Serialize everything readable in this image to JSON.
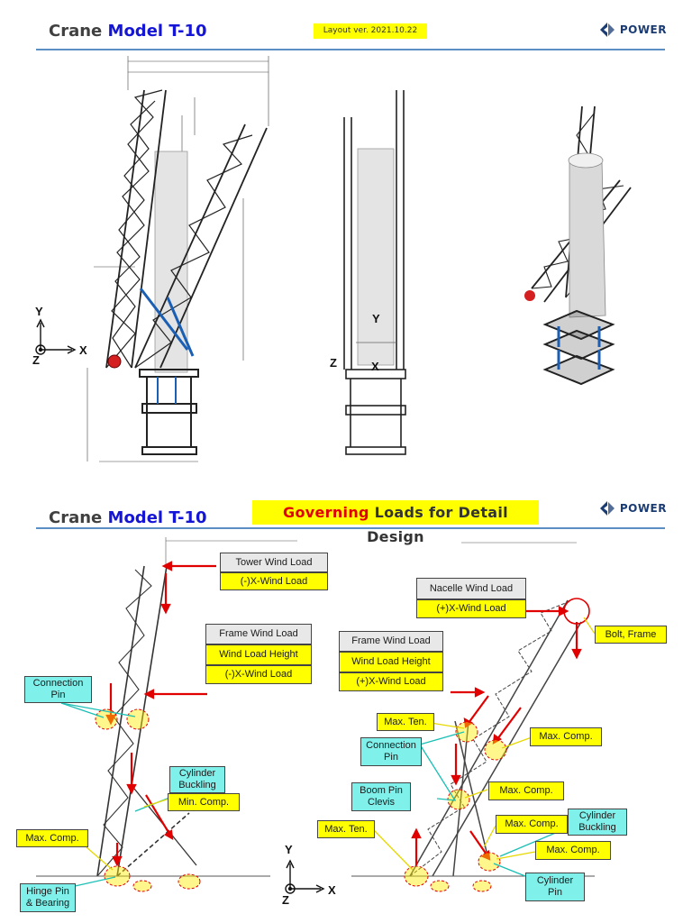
{
  "slide1": {
    "title_prefix": "Crane ",
    "title_model": "Model T-10",
    "version_badge": "Layout  ver. 2021.10.22",
    "logo_text": "POWER",
    "side_view_axes": {
      "y": "Y",
      "x": "X",
      "z": "Z"
    },
    "front_view_axes": {
      "y": "Y",
      "x": "X",
      "z": "Z"
    }
  },
  "slide2": {
    "title_prefix": "Crane ",
    "title_model": "Model T-10",
    "heading_highlight": "Governing",
    "heading_rest": " Loads for Detail Design",
    "logo_text": "POWER",
    "left_callouts": {
      "tower_wind_load": "Tower Wind Load",
      "tower_x_wind": "(-)X-Wind Load",
      "frame_wind_load": "Frame Wind Load",
      "wind_load_height": "Wind Load Height",
      "frame_x_wind": "(-)X-Wind Load",
      "connection_pin": "Connection Pin",
      "cylinder_buckling": "Cylinder Buckling",
      "min_comp": "Min. Comp.",
      "max_comp": "Max. Comp.",
      "hinge_pin": "Hinge Pin & Bearing"
    },
    "right_callouts": {
      "nacelle_wind_load": "Nacelle Wind Load",
      "nacelle_x_wind": "(+)X-Wind Load",
      "bolt_frame": "Bolt, Frame",
      "frame_wind_load": "Frame Wind Load",
      "wind_load_height": "Wind Load Height",
      "frame_x_wind": "(+)X-Wind Load",
      "max_ten_1": "Max. Ten.",
      "max_comp_1": "Max. Comp.",
      "connection_pin": "Connection Pin",
      "boom_pin_clevis": "Boom Pin Clevis",
      "max_comp_2": "Max. Comp.",
      "max_ten_2": "Max. Ten.",
      "max_comp_3": "Max. Comp.",
      "cylinder_buckling": "Cylinder Buckling",
      "max_comp_4": "Max. Comp.",
      "cylinder_pin": "Cylinder Pin"
    },
    "axes": {
      "y": "Y",
      "x": "X",
      "z": "Z"
    }
  },
  "colors": {
    "model_blue": "#1515d6",
    "highlight_yellow": "#ffff00",
    "callout_cyan": "#7ff0ea",
    "arrow_red": "#e10000",
    "logo_navy": "#1b3c73"
  }
}
